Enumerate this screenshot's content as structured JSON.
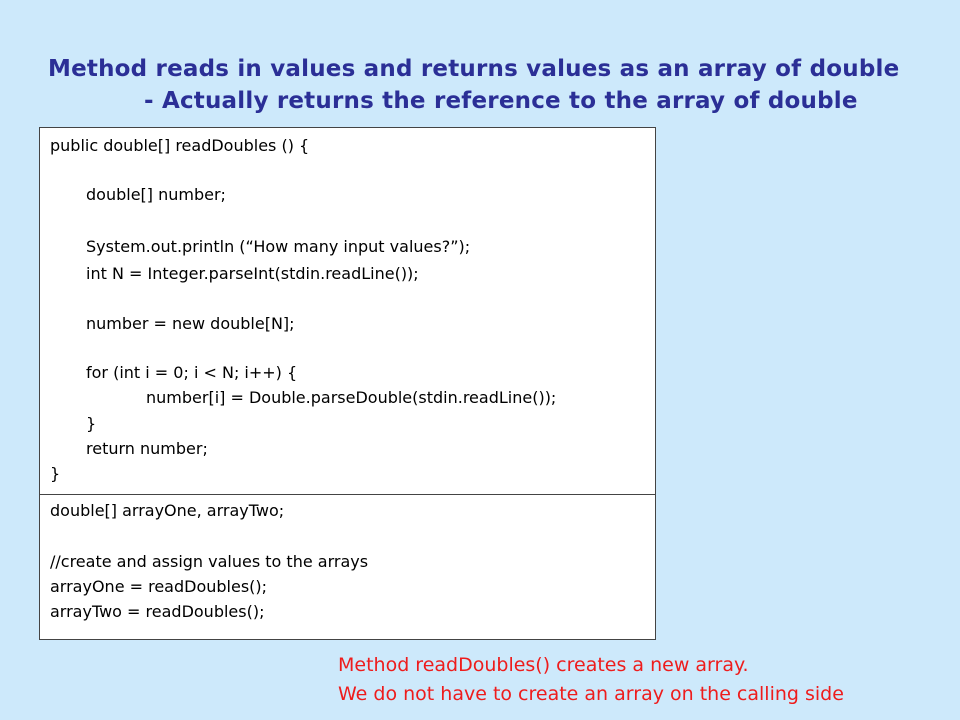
{
  "title": {
    "line1": "Method reads in values and returns values as an array of double",
    "line2": "- Actually returns the reference to the array of double"
  },
  "method_code": {
    "lines": [
      "public double[] readDoubles () {",
      "double[] number;",
      "System.out.println (“How many input values?”);",
      "int N = Integer.parseInt(stdin.readLine());",
      "number = new double[N];",
      "for (int i = 0; i < N; i++) {",
      "number[i] = Double.parseDouble(stdin.readLine());",
      "}",
      "return number;",
      "}"
    ]
  },
  "caller_code": {
    "lines": [
      "double[] arrayOne, arrayTwo;",
      "//create and assign values to the arrays",
      "arrayOne = readDoubles();",
      "arrayTwo = readDoubles();"
    ]
  },
  "note": {
    "line1": "Method readDoubles() creates a new array.",
    "line2": "We do not have to create an array on the calling side"
  },
  "colors": {
    "background": "#cde9fb",
    "title": "#2b2f96",
    "note": "#ee1c1c"
  }
}
